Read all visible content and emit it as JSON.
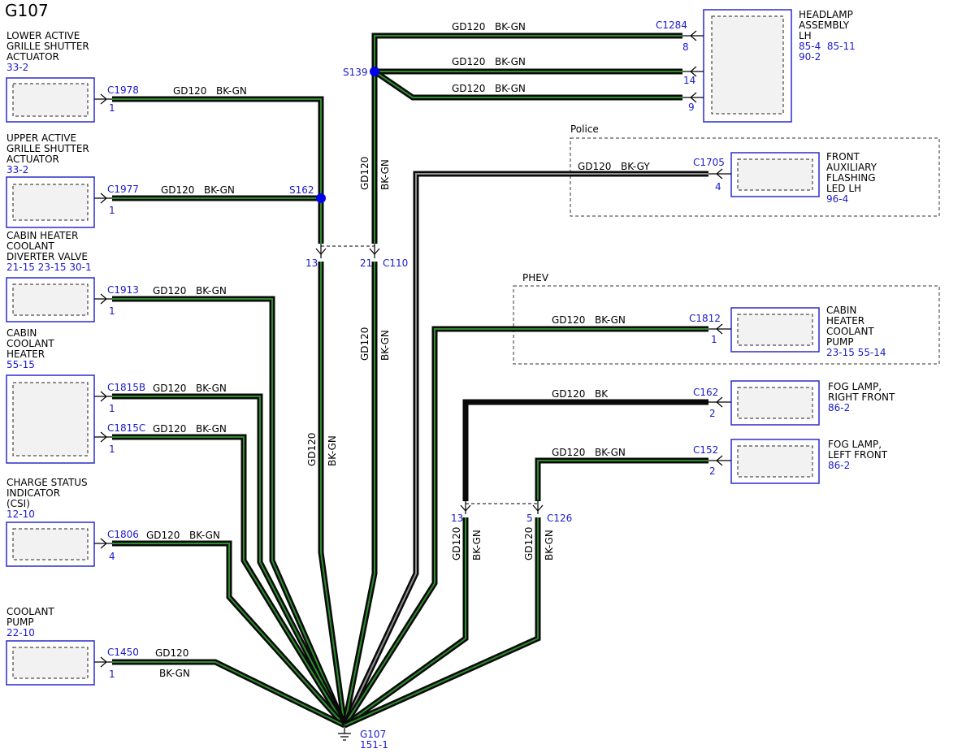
{
  "title": "G107",
  "ground": {
    "name": "G107",
    "ref": "151-1"
  },
  "wire_default": {
    "gauge": "GD120",
    "color": "BK-GN"
  },
  "components": [
    {
      "id": "lagsa",
      "lines": [
        "LOWER ACTIVE",
        "GRILLE SHUTTER",
        "ACTUATOR"
      ],
      "refs": "33-2",
      "connector": "C1978",
      "pin": "1"
    },
    {
      "id": "uagsa",
      "lines": [
        "UPPER ACTIVE",
        "GRILLE SHUTTER",
        "ACTUATOR"
      ],
      "refs": "33-2",
      "connector": "C1977",
      "pin": "1"
    },
    {
      "id": "chcdv",
      "lines": [
        "CABIN HEATER",
        "COOLANT",
        "DIVERTER VALVE"
      ],
      "refs": "21-15 23-15 30-1",
      "connector": "C1913",
      "pin": "1"
    },
    {
      "id": "cch",
      "lines": [
        "CABIN",
        "COOLANT",
        "HEATER"
      ],
      "refs": "55-15",
      "connector": "C1815B",
      "pin": "1",
      "connector2": "C1815C",
      "pin2": "1"
    },
    {
      "id": "csi",
      "lines": [
        "CHARGE STATUS",
        "INDICATOR",
        "(CSI)"
      ],
      "refs": "12-10",
      "connector": "C1806",
      "pin": "4"
    },
    {
      "id": "cp",
      "lines": [
        "COOLANT",
        "PUMP"
      ],
      "refs": "22-10",
      "connector": "C1450",
      "pin": "1"
    },
    {
      "id": "hla",
      "lines": [
        "HEADLAMP",
        "ASSEMBLY",
        "LH"
      ],
      "refs": [
        "85-4  85-11",
        "90-2"
      ],
      "connector": "C1284",
      "pins": [
        "8",
        "14",
        "9"
      ]
    },
    {
      "id": "faf",
      "lines": [
        "FRONT",
        "AUXILIARY",
        "FLASHING",
        "LED LH"
      ],
      "refs": "96-4",
      "connector": "C1705",
      "pin": "4"
    },
    {
      "id": "chcp",
      "lines": [
        "CABIN",
        "HEATER",
        "COOLANT",
        "PUMP"
      ],
      "refs": "23-15 55-14",
      "connector": "C1812",
      "pin": "1"
    },
    {
      "id": "flrf",
      "lines": [
        "FOG LAMP,",
        "RIGHT FRONT"
      ],
      "refs": "86-2",
      "connector": "C162",
      "pin": "2"
    },
    {
      "id": "fllf",
      "lines": [
        "FOG LAMP,",
        "LEFT FRONT"
      ],
      "refs": "86-2",
      "connector": "C152",
      "pin": "2"
    }
  ],
  "groups": {
    "police": "Police",
    "phev": "PHEV"
  },
  "splices": {
    "s162": "S162",
    "s139": "S139"
  },
  "inline": {
    "c110": {
      "name": "C110",
      "pin_a": "13",
      "pin_b": "21"
    },
    "c126": {
      "name": "C126",
      "pin_a": "13",
      "pin_b": "5"
    }
  },
  "wires": {
    "bk": {
      "gauge": "GD120",
      "color": "BK"
    },
    "bkgy": {
      "gauge": "GD120",
      "color": "BK-GY"
    }
  },
  "colors": {
    "wire_outer": "#0a0a0a",
    "wire_stripe_green": "#2e8b2e",
    "wire_stripe_gray": "#8f8f8f",
    "refs_blue": "#1a1acc",
    "splice_dot": "#0000ee"
  }
}
